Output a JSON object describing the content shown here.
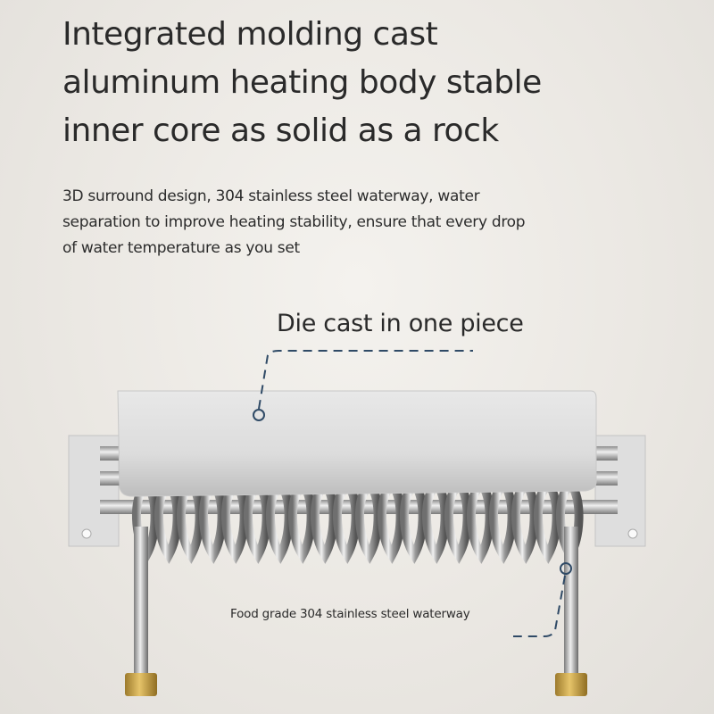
{
  "headline": {
    "lines": [
      "Integrated molding cast",
      "aluminum heating body stable",
      "inner core as solid as a rock"
    ]
  },
  "description": {
    "lines": [
      "3D surround design, 304 stainless steel waterway, water",
      "separation to improve heating stability, ensure that every drop",
      "of water temperature as you set"
    ]
  },
  "callouts": {
    "die_cast": "Die cast in one piece",
    "waterway": "Food grade 304 stainless steel waterway"
  },
  "colors": {
    "background": "#ebe8e3",
    "callout_line": "#2f4a66",
    "aluminum_body": "#d9d9d9",
    "brass_fitting": "#c8a24a"
  },
  "icons": [
    "heating-body-illustration",
    "callout-dot-icon"
  ]
}
